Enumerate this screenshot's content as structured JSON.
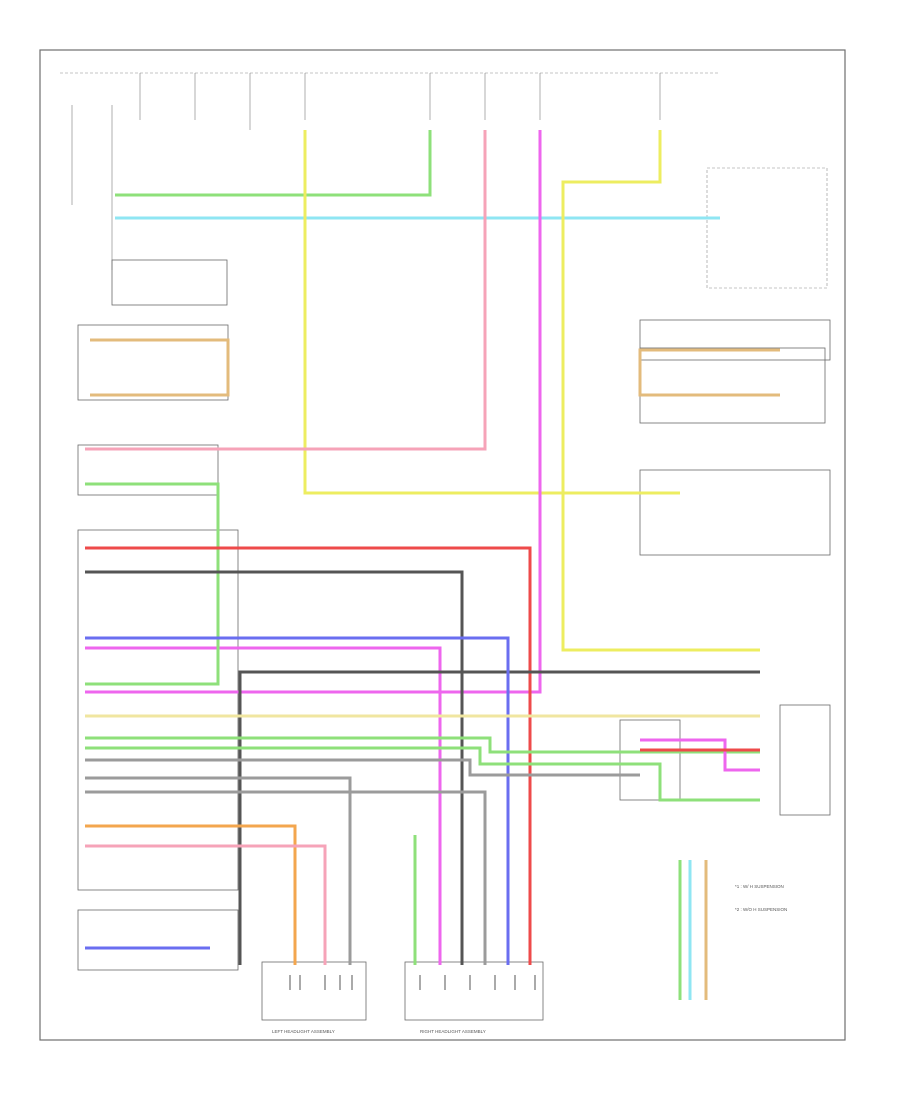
{
  "labels": {
    "left_headlight_assembly": "LEFT HEADLIGHT ASSEMBLY",
    "right_headlight_assembly": "RIGHT HEADLIGHT ASSEMBLY",
    "legend_1": "*1 : W/ H SUSPENSION",
    "legend_2": "*2 : W/O H SUSPENSION"
  },
  "colors": {
    "frame": "#6f6f6f",
    "wire_green": "#8ee07a",
    "wire_pink": "#f6a3b8",
    "wire_magenta": "#ee66ee",
    "wire_yellow": "#eded60",
    "wire_cyan": "#8fe6f3",
    "wire_red": "#ee4a4a",
    "wire_gray": "#9b9b9b",
    "wire_dark": "#555555",
    "wire_blue": "#6a6ef0",
    "wire_orange": "#f3a64e",
    "wire_tan": "#e3bb7c",
    "wire_light_yellow": "#f0e6a0"
  }
}
